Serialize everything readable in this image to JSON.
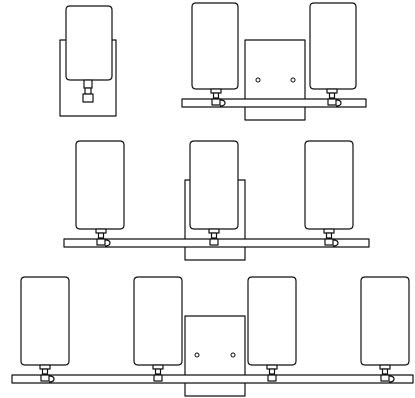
{
  "diagram": {
    "subject": "vanity-light-fixture-family",
    "line_color": "#111111",
    "background_color": "#ffffff",
    "fixtures": [
      {
        "id": "one-light-sconce",
        "light_count": 1,
        "mounting": "vertical"
      },
      {
        "id": "two-light-vanity",
        "light_count": 2,
        "mounting": "horizontal"
      },
      {
        "id": "three-light-vanity",
        "light_count": 3,
        "mounting": "horizontal"
      },
      {
        "id": "four-light-vanity",
        "light_count": 4,
        "mounting": "horizontal"
      }
    ]
  }
}
